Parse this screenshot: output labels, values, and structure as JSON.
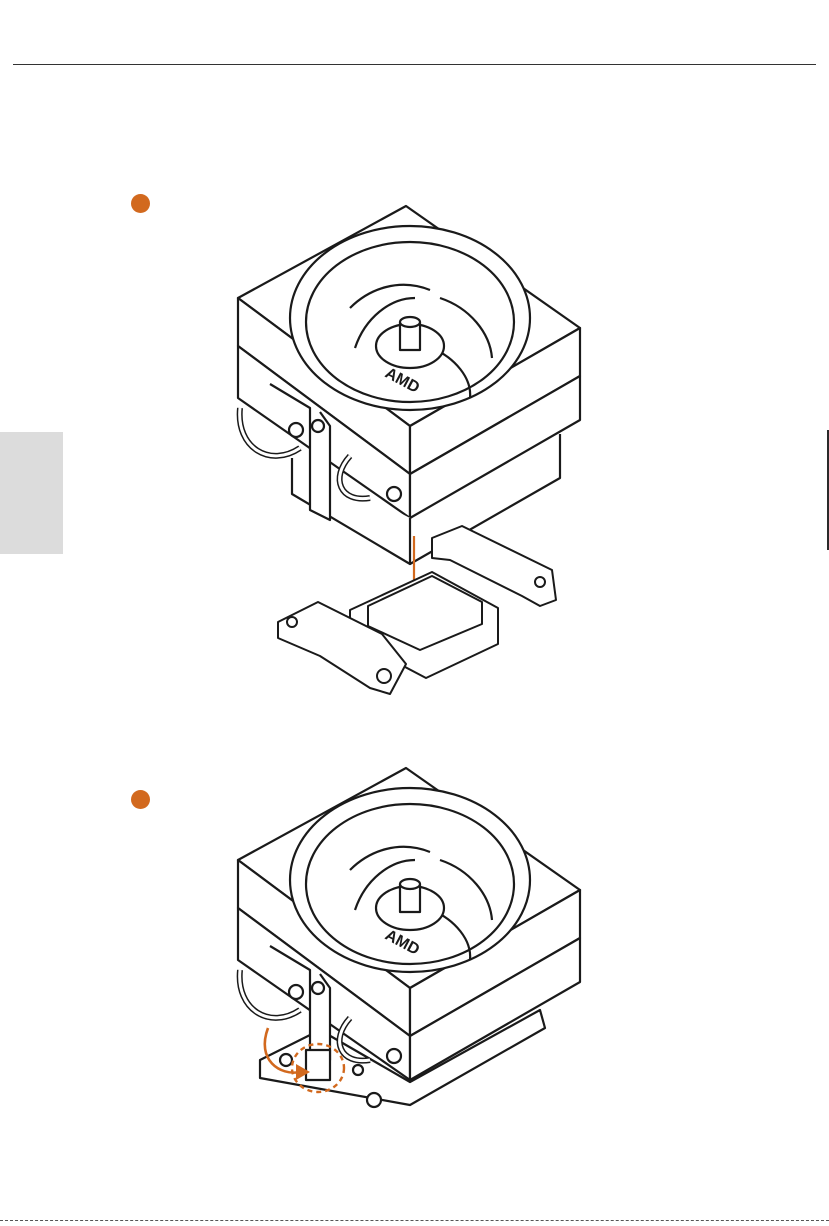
{
  "page": {
    "accent_color": "#d2691e",
    "side_tab_color": "#dcdcdc"
  },
  "steps": [
    {
      "icon": "orange-step-dot",
      "figure": "cooler-above-socket-with-down-arrow",
      "cooler_logo": "AMD",
      "direction_icon": "down-arrow-icon"
    },
    {
      "icon": "orange-step-dot",
      "figure": "cooler-mounted-on-socket-with-latch",
      "cooler_logo": "AMD",
      "direction_icon": "curved-arrow-icon",
      "highlight_icon": "dashed-circle-icon"
    }
  ]
}
